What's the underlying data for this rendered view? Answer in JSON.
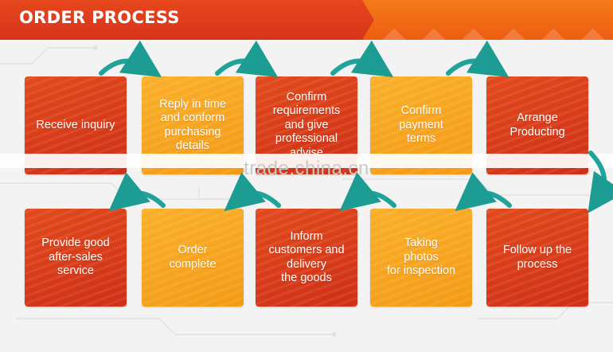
{
  "header": {
    "title": "ORDER PROCESS"
  },
  "steps": [
    {
      "label": "Receive inquiry"
    },
    {
      "label": "Reply in time\nand conform\npurchasing\ndetails"
    },
    {
      "label": "Confirm\nrequirements\nand give\nprofessional\nadvise"
    },
    {
      "label": "Confirm\npayment\nterms"
    },
    {
      "label": "Arrange\nProducting"
    },
    {
      "label": "Follow up the\nprocess"
    },
    {
      "label": "Taking\nphotos\nfor inspection"
    },
    {
      "label": "Inform\ncustomers and\ndelivery\nthe goods"
    },
    {
      "label": "Order\ncomplete"
    },
    {
      "label": "Provide good\nafter-sales\nservice"
    }
  ],
  "watermark": "trade.china.cn",
  "colors": {
    "red": "#d7341b",
    "orange": "#f7a51f",
    "teal": "#1fa39a"
  }
}
